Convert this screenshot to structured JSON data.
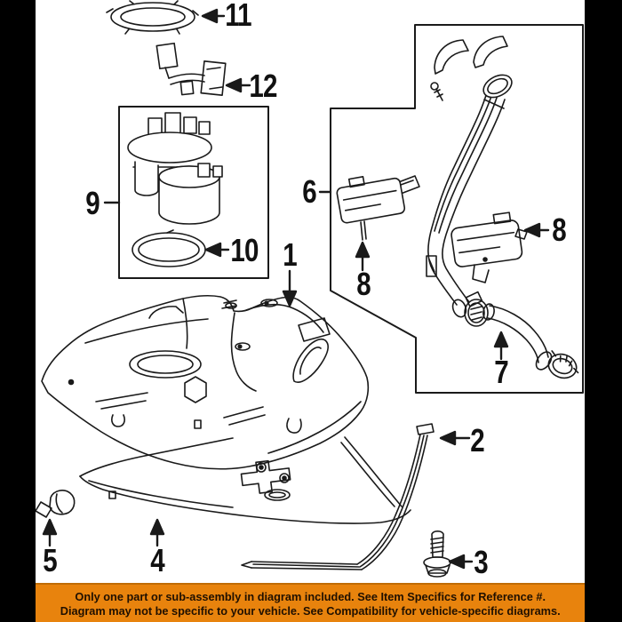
{
  "image": {
    "background": "#ffffff",
    "letterbox_color": "#000000",
    "line_color": "#1a1a1a"
  },
  "banner": {
    "bg_color": "#e8830d",
    "text_color": "#201000",
    "line1": "Only one part or sub-assembly in diagram included. See Item Specifics for Reference #.",
    "line2": "Diagram may not be specific to your vehicle. See Compatibility for vehicle-specific diagrams."
  },
  "callouts": [
    {
      "id": "callout-1",
      "label": "1"
    },
    {
      "id": "callout-2",
      "label": "2"
    },
    {
      "id": "callout-3",
      "label": "3"
    },
    {
      "id": "callout-4",
      "label": "4"
    },
    {
      "id": "callout-5",
      "label": "5"
    },
    {
      "id": "callout-6",
      "label": "6"
    },
    {
      "id": "callout-7",
      "label": "7"
    },
    {
      "id": "callout-8a",
      "label": "8"
    },
    {
      "id": "callout-8b",
      "label": "8"
    },
    {
      "id": "callout-9",
      "label": "9"
    },
    {
      "id": "callout-10",
      "label": "10"
    },
    {
      "id": "callout-11",
      "label": "11"
    },
    {
      "id": "callout-12",
      "label": "12"
    }
  ]
}
